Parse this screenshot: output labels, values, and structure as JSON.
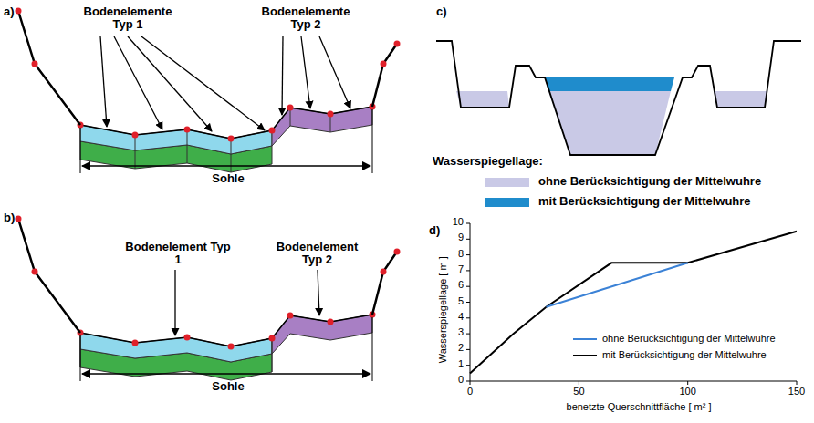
{
  "diagram": {
    "labels": [
      "a)",
      "Bodenelemente Typ 1",
      "Bodenelemente Typ 2",
      "Sohle",
      "b)",
      "Bodenelement Typ 1",
      "Bodenelement Typ 2",
      "Sohle",
      "c)",
      "Wasserspiegellage:",
      "d)",
      "Wasserspiegellage [ m ]",
      "0",
      "1",
      "2",
      "3",
      "4",
      "5",
      "6",
      "7",
      "8",
      "9",
      "10",
      "0",
      "50",
      "100",
      "150",
      "benetzte Querschnittfläche [ m² ]"
    ],
    "legend": [
      {
        "text": "ohne Berücksichtigung der Mittelwuhre",
        "color": "#c9c9e6"
      },
      {
        "text": "mit Berücksichtigung der Mittelwuhre",
        "color": "#1f8ccc"
      },
      {
        "text": "ohne Berücksichtigung der Mittelwuhre"
      },
      {
        "text": "mit Berücksichtigung der Mittelwuhre"
      }
    ]
  }
}
